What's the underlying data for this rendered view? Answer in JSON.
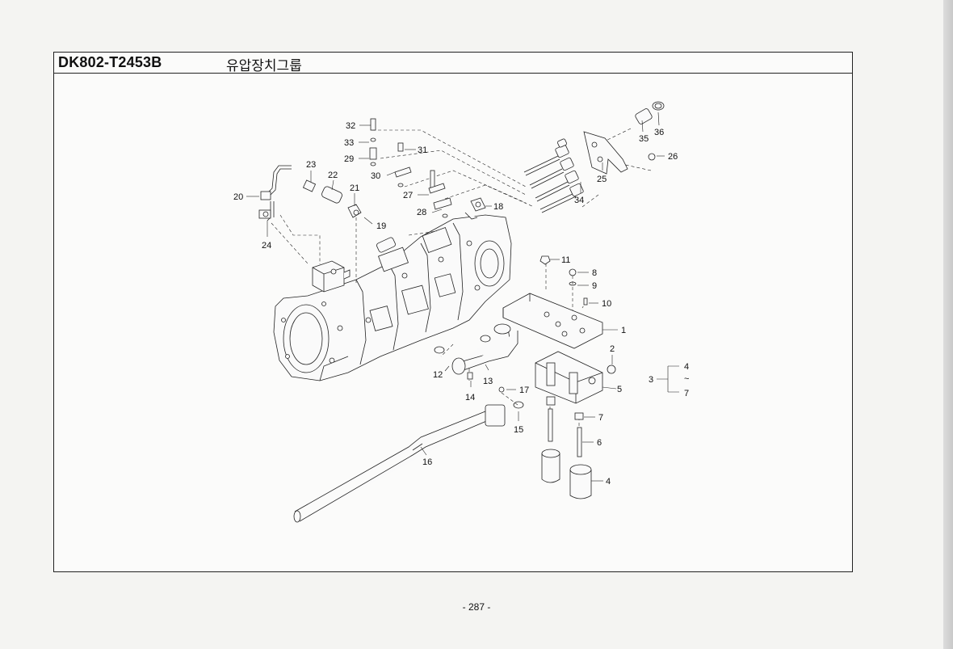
{
  "header": {
    "model_code": "DK802-T2453B",
    "group_title": "유압장치그룹"
  },
  "diagram": {
    "callouts": [
      "1",
      "2",
      "3",
      "4",
      "5",
      "6",
      "7",
      "8",
      "9",
      "10",
      "11",
      "12",
      "13",
      "14",
      "15",
      "16",
      "17",
      "18",
      "19",
      "20",
      "21",
      "22",
      "23",
      "24",
      "25",
      "26",
      "27",
      "28",
      "29",
      "30",
      "31",
      "32",
      "33",
      "34",
      "35",
      "36"
    ],
    "range_label_top": "4",
    "range_label_tilde": "~",
    "range_label_bottom": "7",
    "extra_label_4": "4"
  },
  "footer": {
    "page_number": "- 287 -"
  }
}
